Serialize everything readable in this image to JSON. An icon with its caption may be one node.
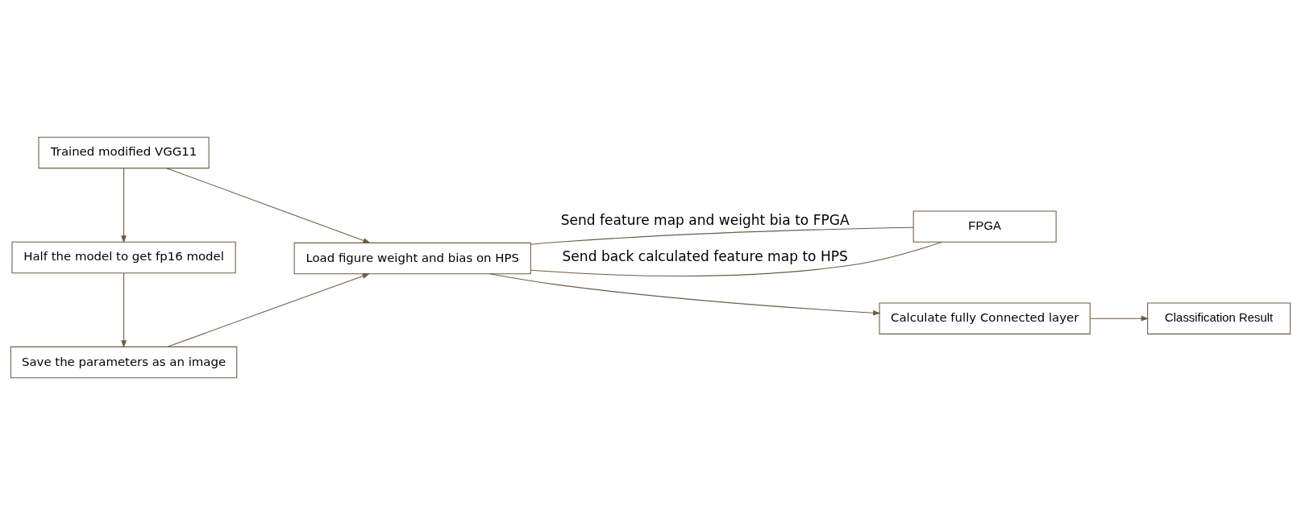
{
  "diagram": {
    "nodes": [
      {
        "text": [
          "Trained modified VGG11"
        ]
      },
      {
        "text": [
          "Load figure weight and bias on HPS"
        ]
      },
      {
        "text": [
          "FPGA"
        ]
      },
      {
        "text": [
          "Half the model to get fp16 model"
        ]
      },
      {
        "text": [
          "Save the parameters as an image"
        ]
      },
      {
        "text": [
          "Calculate fully Connected layer"
        ]
      },
      {
        "text": [
          "Classification Result"
        ]
      }
    ],
    "edges": [
      {
        "from": 0,
        "to": 1,
        "arrow": "to"
      },
      {
        "from": 0,
        "to": 3,
        "arrow": "to"
      },
      {
        "from": 3,
        "to": 4,
        "arrow": "to"
      },
      {
        "from": 4,
        "to": 1,
        "arrow": "to"
      },
      {
        "from": 1,
        "to": 2,
        "arrow": "none",
        "label": "Send feature map and weight bia to FPGA"
      },
      {
        "from": 2,
        "to": 1,
        "arrow": "none",
        "label": "Send back calculated feature map to HPS"
      },
      {
        "from": 1,
        "to": 5,
        "arrow": "to"
      },
      {
        "from": 5,
        "to": 6,
        "arrow": "to"
      }
    ]
  }
}
